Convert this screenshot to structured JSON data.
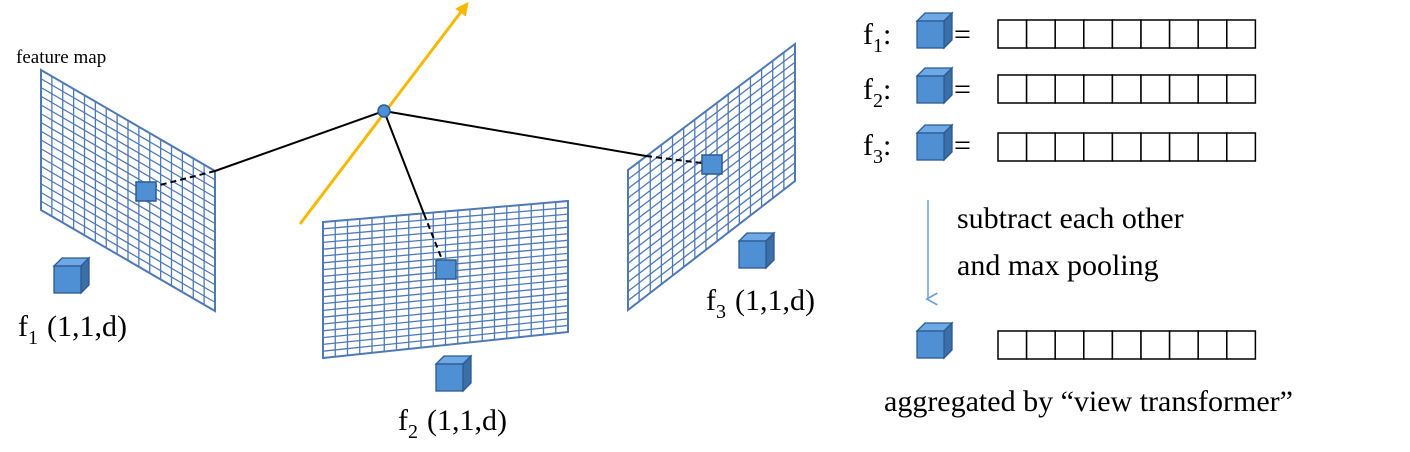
{
  "left_view": {
    "caption": "feature map",
    "feature_label": {
      "main": "f",
      "sub": "1",
      "shape": "(1,1,d)"
    }
  },
  "center_view": {
    "feature_label": {
      "main": "f",
      "sub": "2",
      "shape": "(1,1,d)"
    }
  },
  "right_view": {
    "feature_label": {
      "main": "f",
      "sub": "3",
      "shape": "(1,1,d)"
    }
  },
  "feature_rows": [
    {
      "main": "f",
      "sub": "1",
      "colon": ":",
      "equals": "=",
      "cells": 9
    },
    {
      "main": "f",
      "sub": "2",
      "colon": ":",
      "equals": "=",
      "cells": 9
    },
    {
      "main": "f",
      "sub": "3",
      "colon": ":",
      "equals": "=",
      "cells": 9
    }
  ],
  "operation": {
    "line1": "subtract each other",
    "line2": "and max pooling"
  },
  "result": {
    "cells": 9,
    "caption": "aggregated by “view transformer”"
  },
  "colors": {
    "grid": "#4e79b7",
    "cube_front": "#4f8fd3",
    "cube_top": "#6fa8e6",
    "cube_side": "#3c6ea8",
    "cube_edge": "#2e5b8f",
    "ray": "#f6b800",
    "arrow_down": "#6f9fd8",
    "point": "#4f8fd3",
    "line": "#000000"
  },
  "icons": [
    "feature-cube-icon",
    "ray-arrow-icon",
    "down-arrow-icon"
  ]
}
